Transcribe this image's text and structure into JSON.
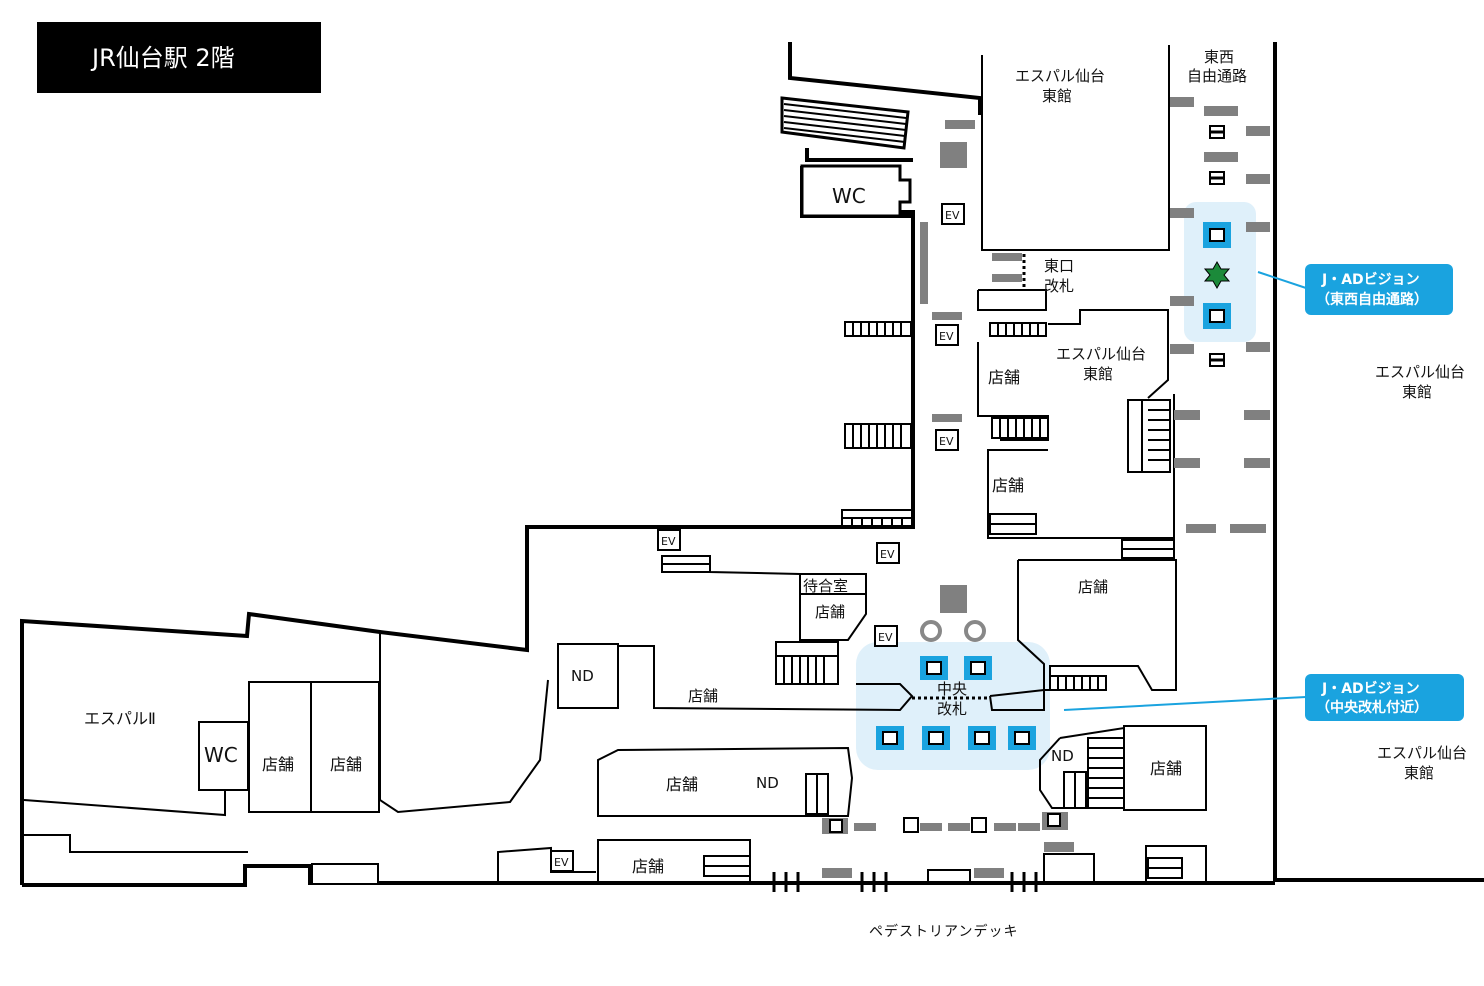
{
  "title": "JR仙台駅 2階",
  "labels": {
    "espal_east": [
      "エスパル仙台",
      "東館"
    ],
    "espal_2": "エスパルⅡ",
    "wc": "WC",
    "ev": "EV",
    "shop": "店舗",
    "nd": "ND",
    "waiting_room": "待合室",
    "east_gate": [
      "東口",
      "改札"
    ],
    "central_gate": [
      "中央",
      "改札"
    ],
    "free_passage": [
      "東西",
      "自由通路"
    ],
    "pedestrian_deck": "ペデストリアンデッキ"
  },
  "callouts": {
    "east_west": [
      "J・ADビジョン",
      "（東西自由通路）"
    ],
    "central": [
      "J・ADビジョン",
      "（中央改札付近）"
    ]
  },
  "colors": {
    "accent": "#1aa3df",
    "zone": "#dff0fa",
    "star": "#1b8a3a",
    "pillar": "#808080"
  },
  "icons": [
    "vision-sign-icon",
    "current-location-star-icon",
    "pillar-marker-icon"
  ]
}
